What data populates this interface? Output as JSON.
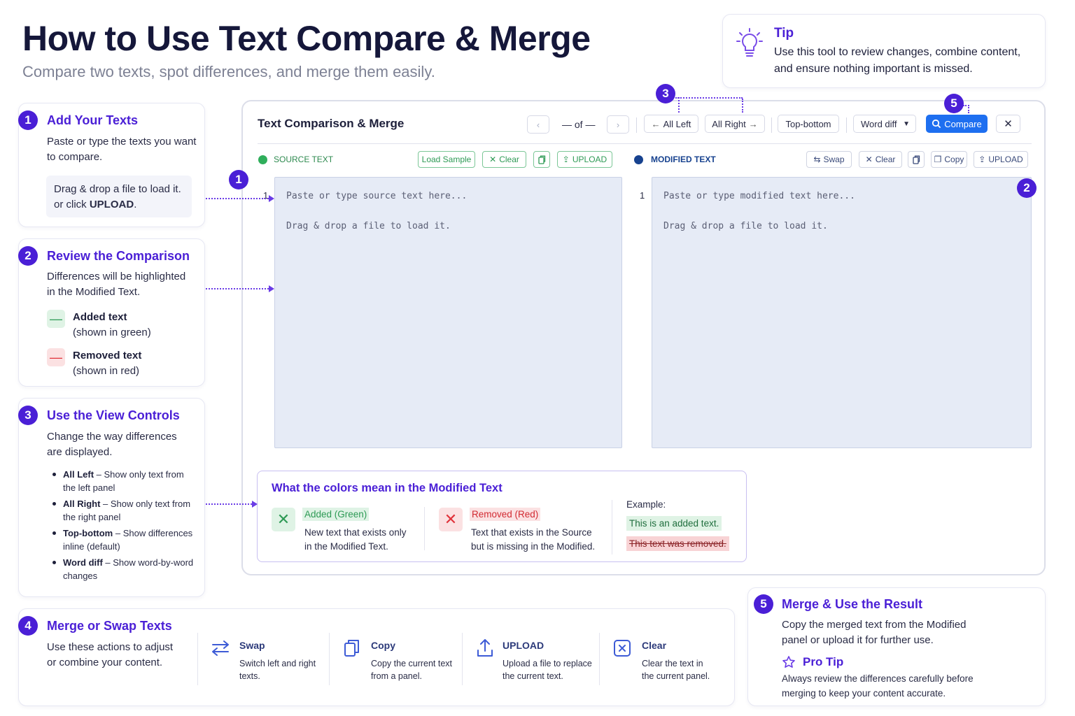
{
  "header": {
    "title": "How to Use Text Compare & Merge",
    "subtitle": "Compare two texts, spot differences, and merge them easily."
  },
  "tip": {
    "title": "Tip",
    "line1": "Use this tool to review changes, combine content,",
    "line2": "and ensure nothing important is missed."
  },
  "steps": {
    "s1": {
      "num": "1",
      "title": "Add Your Texts",
      "line1": "Paste or type the texts you want",
      "line2": "to compare.",
      "box1": "Drag & drop a file to load it.",
      "box2_pre": "or click ",
      "box2_bold": "UPLOAD",
      "box2_post": "."
    },
    "s2": {
      "num": "2",
      "title": "Review the Comparison",
      "line1": "Differences will be highlighted",
      "line2": "in the Modified Text.",
      "added_label": "Added text",
      "added_sub": "(shown in green)",
      "removed_label": "Removed text",
      "removed_sub": "(shown in red)"
    },
    "s3": {
      "num": "3",
      "title": "Use the View Controls",
      "line1": "Change the way differences",
      "line2": "are displayed.",
      "items": [
        {
          "bold": "All Left",
          "rest": " – Show only text from the left panel"
        },
        {
          "bold": "All Right",
          "rest": " – Show only text from the right panel"
        },
        {
          "bold": "Top-bottom",
          "rest": " – Show differences inline (default)"
        },
        {
          "bold": "Word diff",
          "rest": " – Show word-by-word changes"
        }
      ]
    },
    "s4": {
      "num": "4",
      "title": "Merge or Swap Texts",
      "line1": "Use these actions to adjust",
      "line2": "or combine your content.",
      "actions": [
        {
          "title": "Swap",
          "l1": "Switch left and right",
          "l2": "texts."
        },
        {
          "title": "Copy",
          "l1": "Copy the current text",
          "l2": "from a panel."
        },
        {
          "title": "UPLOAD",
          "l1": "Upload a file to replace",
          "l2": "the current text."
        },
        {
          "title": "Clear",
          "l1": "Clear the text in",
          "l2": "the current panel."
        }
      ]
    },
    "s5": {
      "num": "5",
      "title": "Merge & Use the Result",
      "line1": "Copy the merged text from the Modified",
      "line2": "panel or upload it for further use.",
      "pro_title": "Pro Tip",
      "pro1": "Always review the differences carefully before",
      "pro2": "merging to keep your content accurate."
    }
  },
  "app": {
    "title": "Text Comparison & Merge",
    "nav_counter": "— of —",
    "all_left": "All Left",
    "all_right": "All Right",
    "top_bottom": "Top-bottom",
    "diff_mode": "Word diff",
    "compare": "Compare",
    "callouts": {
      "c1": "1",
      "c2": "2",
      "c3": "3",
      "c5": "5"
    },
    "source": {
      "label": "SOURCE TEXT",
      "load_sample": "Load Sample",
      "clear": "Clear",
      "upload": "UPLOAD",
      "line_no": "1",
      "placeholder1": "Paste or type source text here...",
      "placeholder2": "Drag & drop a file to load it."
    },
    "modified": {
      "label": "MODIFIED TEXT",
      "swap": "Swap",
      "clear": "Clear",
      "copy": "Copy",
      "upload": "UPLOAD",
      "line_no": "1",
      "placeholder1": "Paste or type modified text here...",
      "placeholder2": "Drag & drop a file to load it."
    },
    "legend": {
      "title": "What the colors mean in the Modified Text",
      "added_title": "Added (Green)",
      "added_l1": "New text that exists only",
      "added_l2": "in the Modified Text.",
      "removed_title": "Removed (Red)",
      "removed_l1": "Text that exists in the Source",
      "removed_l2": "but is missing in the Modified.",
      "example_label": "Example:",
      "example_added": "This is an added text.",
      "example_removed": "This text was removed."
    }
  },
  "colors": {
    "accent": "#4a1fd6",
    "compare_btn": "#1e6ff0",
    "added": "#2e9a55",
    "removed": "#e0323a"
  }
}
